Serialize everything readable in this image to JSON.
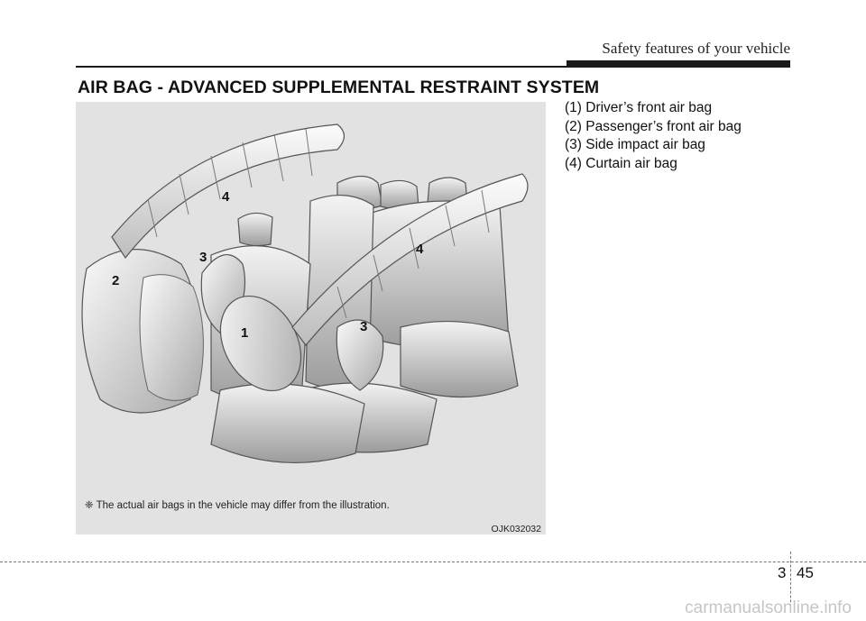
{
  "header": {
    "section_title": "Safety features of your vehicle"
  },
  "title": "AIR BAG - ADVANCED SUPPLEMENTAL RESTRAINT SYSTEM",
  "legend": [
    "(1) Driver’s front air bag",
    "(2) Passenger’s front air bag",
    "(3) Side impact air bag",
    "(4) Curtain air bag"
  ],
  "figure": {
    "note": "❈ The actual air bags in the vehicle may differ from the illustration.",
    "code": "OJK032032",
    "callouts": [
      "1",
      "2",
      "3",
      "3",
      "4",
      "4"
    ]
  },
  "footer": {
    "chapter": "3",
    "page": "45"
  },
  "watermark": "carmanualsonline.info"
}
